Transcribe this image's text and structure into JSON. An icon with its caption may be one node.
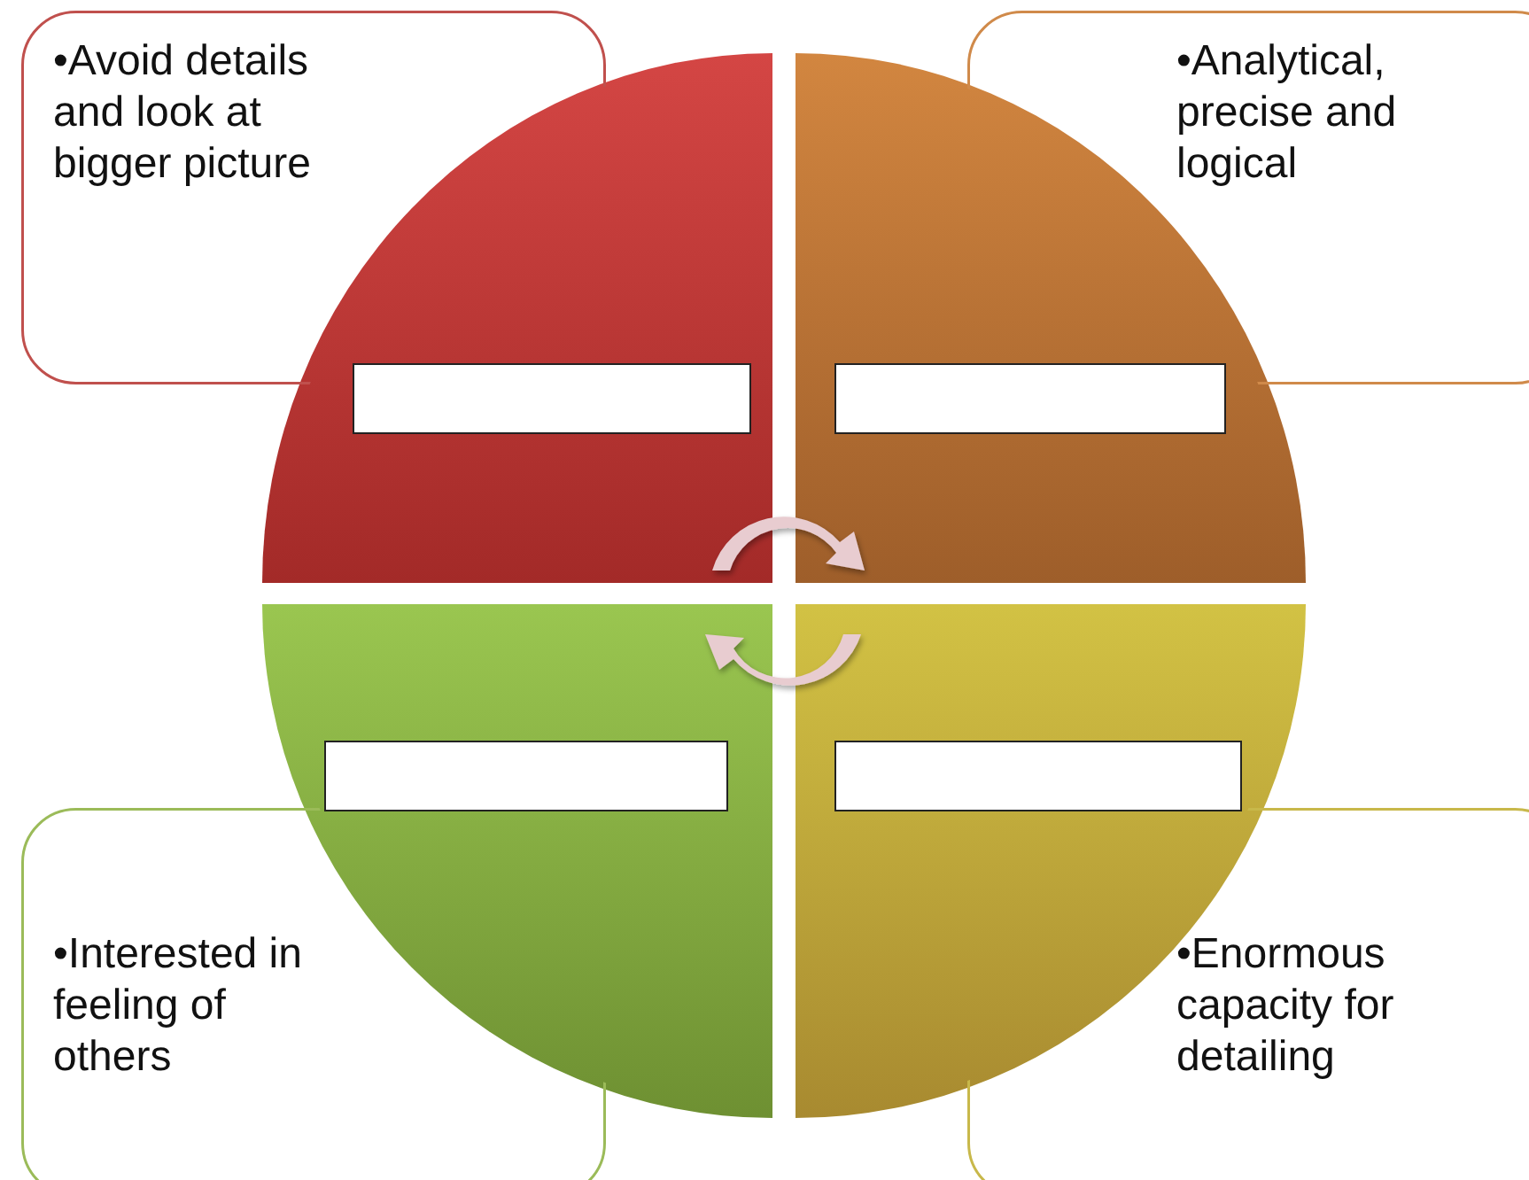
{
  "diagram": {
    "nodes": [
      {
        "text": [
          "•Avoid details and look at bigger picture"
        ]
      },
      {
        "text": [
          "•Analytical, precise and logical"
        ]
      },
      {
        "text": [
          "•Interested in feeling of others"
        ]
      },
      {
        "text": [
          "•Enormous capacity for detailing"
        ]
      },
      {
        "text": [],
        "shape": "sector"
      },
      {
        "text": [],
        "shape": "sector"
      },
      {
        "text": [],
        "shape": "sector"
      },
      {
        "text": [],
        "shape": "sector"
      },
      {
        "text": [],
        "shape": "box",
        "in": 4
      },
      {
        "text": [],
        "shape": "box",
        "in": 5
      },
      {
        "text": [],
        "shape": "box",
        "in": 6
      },
      {
        "text": [],
        "shape": "box",
        "in": 7
      }
    ]
  }
}
